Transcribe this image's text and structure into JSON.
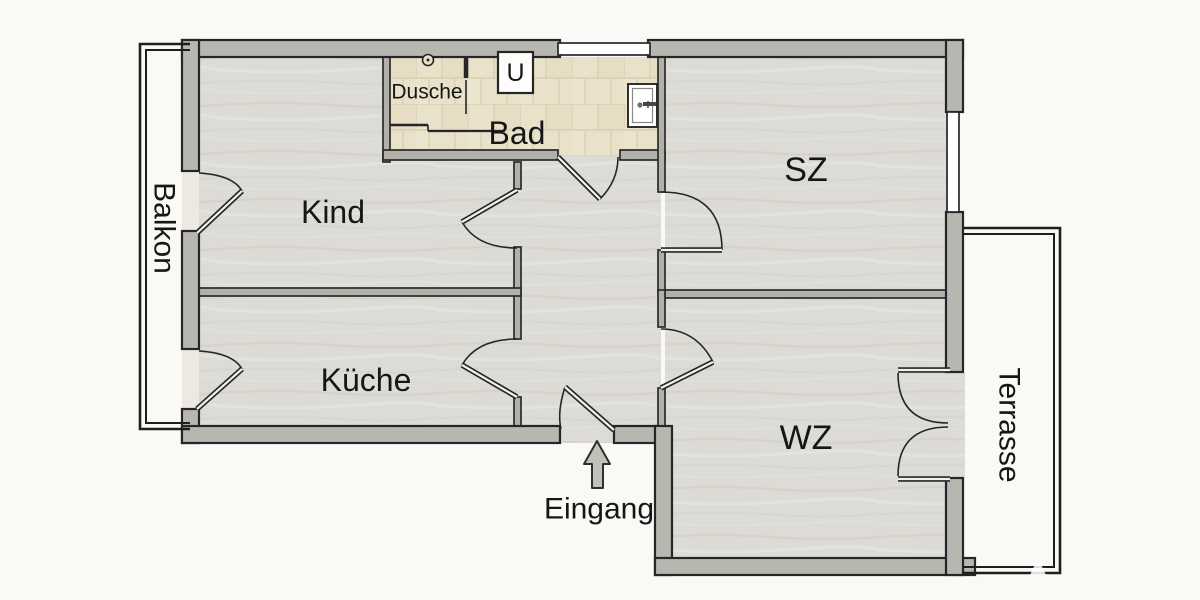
{
  "floorplan": {
    "rooms": {
      "balkon": {
        "label": "Balkon"
      },
      "kind": {
        "label": "Kind"
      },
      "kueche": {
        "label": "Küche"
      },
      "dusche": {
        "label": "Dusche"
      },
      "bad": {
        "label": "Bad"
      },
      "sz": {
        "label": "SZ"
      },
      "wz": {
        "label": "WZ"
      },
      "terrasse": {
        "label": "Terrasse"
      }
    },
    "entrance": {
      "label": "Eingang"
    },
    "appliances": {
      "washer": {
        "label": "U"
      }
    },
    "icons": [
      "shower-head-icon",
      "sink-icon",
      "entrance-arrow-icon"
    ],
    "colors": {
      "background": "#faf9f5",
      "wall_fill": "#b8b7af",
      "wall_outline": "#26262a",
      "wood_floor": "#dcdbd5",
      "tile_floor": "#e9e1c9",
      "label_text": "#161616"
    }
  }
}
